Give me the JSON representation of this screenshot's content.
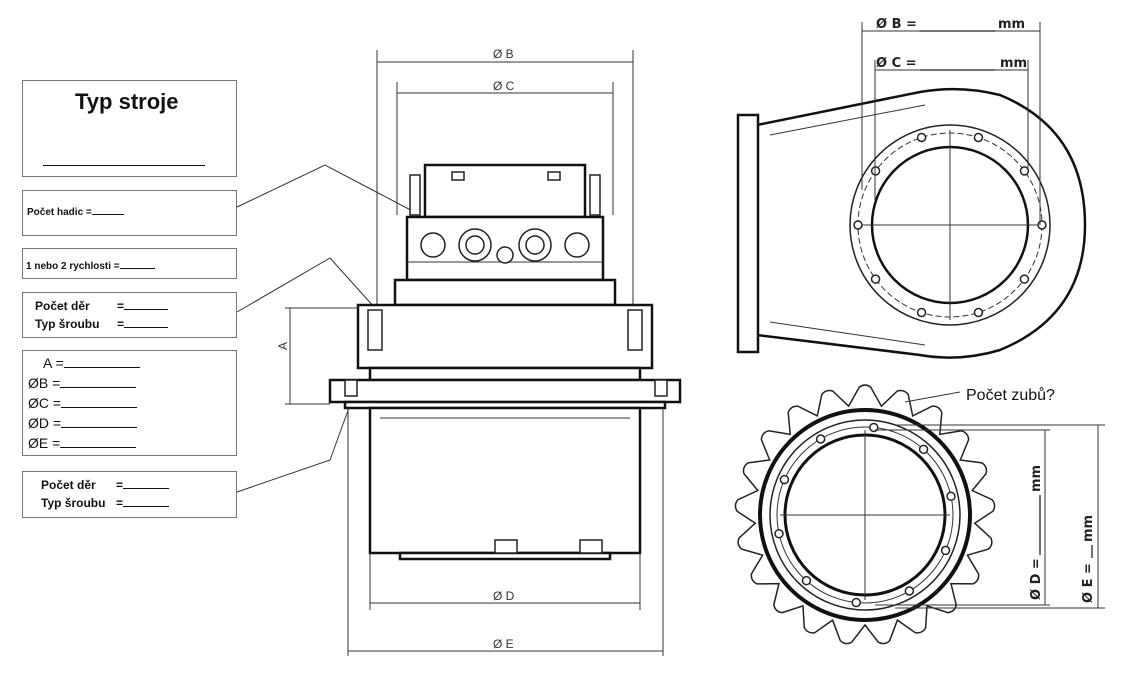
{
  "form": {
    "machine_type": "Typ stroje",
    "hoses": "Počet hadic =",
    "speeds": "1 nebo 2 rychlosti =",
    "holes_top": {
      "holes": "Počet děr",
      "eq1": "=",
      "bolt": "Typ šroubu",
      "eq2": "="
    },
    "dims": [
      "A =",
      "ØB =",
      "ØC =",
      "ØD =",
      "ØE ="
    ],
    "holes_bottom": {
      "holes": "Počet děr",
      "eq1": "=",
      "bolt": "Typ šroubu",
      "eq2": "="
    }
  },
  "side_view": {
    "dim_b": "Ø  B",
    "dim_c": "Ø  C",
    "dim_d": "Ø  D",
    "dim_e": "Ø  E",
    "dim_a": "A"
  },
  "flange_view": {
    "dim_b": "Ø B =",
    "dim_c": "Ø C =",
    "unit_b": "mm",
    "unit_c": "mm"
  },
  "sprocket_view": {
    "teeth_question": "Počet zubů?",
    "dim_d": "Ø D =",
    "dim_e": "Ø E =",
    "unit_d": "mm",
    "unit_e": "mm",
    "teeth": 21,
    "bolts": 10
  }
}
